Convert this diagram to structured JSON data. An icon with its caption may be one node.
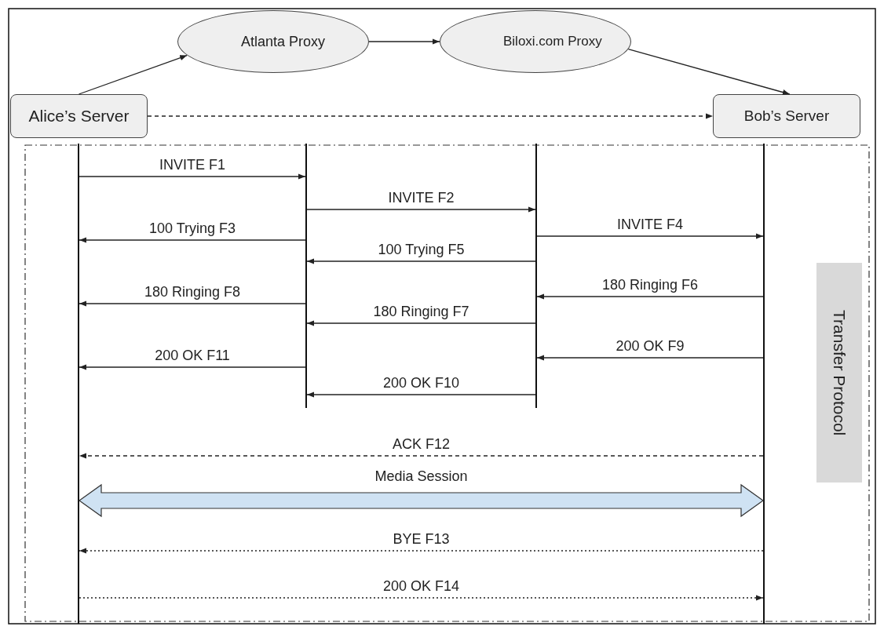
{
  "diagram": {
    "nodes": [
      {
        "text": [
          "Alice’s Server"
        ]
      },
      {
        "text": [
          "Atlanta Proxy"
        ]
      },
      {
        "text": [
          "Biloxi.com Proxy"
        ]
      },
      {
        "text": [
          "Bob’s Server"
        ]
      },
      {
        "text": [],
        "shape": "bar"
      },
      {
        "text": [],
        "shape": "bar"
      },
      {
        "text": [],
        "shape": "bar"
      },
      {
        "text": [],
        "shape": "bar"
      },
      {
        "text": [
          "Transfer Protocol"
        ]
      }
    ],
    "edges": [
      {
        "from": 0,
        "to": 1,
        "arrow": "to"
      },
      {
        "from": 1,
        "to": 2,
        "arrow": "to"
      },
      {
        "from": 2,
        "to": 3,
        "arrow": "to"
      },
      {
        "from": 0,
        "to": 3,
        "arrow": "to",
        "style": "dashed"
      },
      {
        "from": 4,
        "to": 5,
        "arrow": "to",
        "label": "INVITE F1"
      },
      {
        "from": 5,
        "to": 6,
        "arrow": "to",
        "label": "INVITE F2"
      },
      {
        "from": 5,
        "to": 4,
        "arrow": "to",
        "label": "100 Trying F3"
      },
      {
        "from": 6,
        "to": 7,
        "arrow": "to",
        "label": "INVITE F4"
      },
      {
        "from": 6,
        "to": 5,
        "arrow": "to",
        "label": "100 Trying F5"
      },
      {
        "from": 7,
        "to": 6,
        "arrow": "to",
        "label": "180 Ringing F6"
      },
      {
        "from": 6,
        "to": 5,
        "arrow": "to",
        "label": "180 Ringing F7"
      },
      {
        "from": 5,
        "to": 4,
        "arrow": "to",
        "label": "180 Ringing F8"
      },
      {
        "from": 7,
        "to": 6,
        "arrow": "to",
        "label": "200 OK F9"
      },
      {
        "from": 6,
        "to": 5,
        "arrow": "to",
        "label": "200 OK F10"
      },
      {
        "from": 5,
        "to": 4,
        "arrow": "to",
        "label": "200 OK F11"
      },
      {
        "from": 7,
        "to": 4,
        "arrow": "to",
        "label": "ACK F12",
        "style": "dashed"
      },
      {
        "from": 4,
        "to": 7,
        "arrow": "both",
        "label": "Media Session",
        "style": "thick",
        "color": "#cfe2f3"
      },
      {
        "from": 7,
        "to": 4,
        "arrow": "to",
        "label": "BYE F13",
        "style": "dashed"
      },
      {
        "from": 4,
        "to": 7,
        "arrow": "to",
        "label": "200 OK F14",
        "style": "dashed"
      }
    ]
  }
}
